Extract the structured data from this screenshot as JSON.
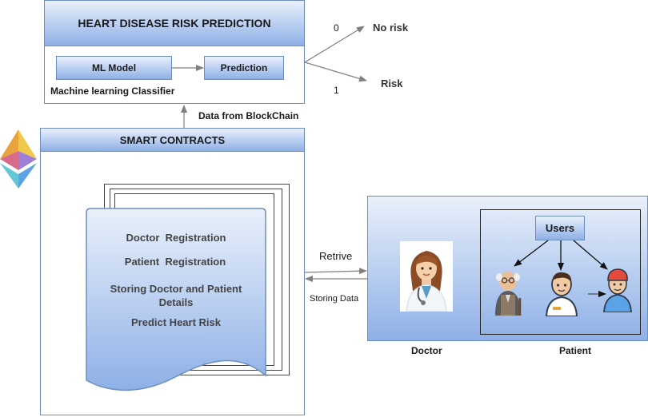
{
  "prediction": {
    "title": "HEART DISEASE RISK PREDICTION",
    "ml_model": "ML Model",
    "prediction": "Prediction",
    "classifier_caption": "Machine learning Classifier",
    "out0_value": "0",
    "out0_label": "No risk",
    "out1_value": "1",
    "out1_label": "Risk"
  },
  "data_from_blockchain": "Data from BlockChain",
  "smart_contracts": {
    "title": "SMART CONTRACTS",
    "items": [
      "Doctor  Registration",
      "Patient  Registration",
      "Storing Doctor and Patient Details",
      "Predict Heart Risk"
    ]
  },
  "arrows": {
    "retrieve": "Retrive",
    "storing": "Storing Data"
  },
  "users_panel": {
    "users_label": "Users",
    "doctor_caption": "Doctor",
    "patient_caption": "Patient"
  },
  "colors": {
    "accent": "#6c8ebf",
    "fill_top": "#e9f0fb",
    "fill_bottom": "#8eb0e6",
    "arrow": "#808080"
  },
  "icons": [
    "ethereum-logo",
    "doctor-avatar",
    "elderly-user-icon",
    "male-user-icon",
    "female-user-icon"
  ]
}
